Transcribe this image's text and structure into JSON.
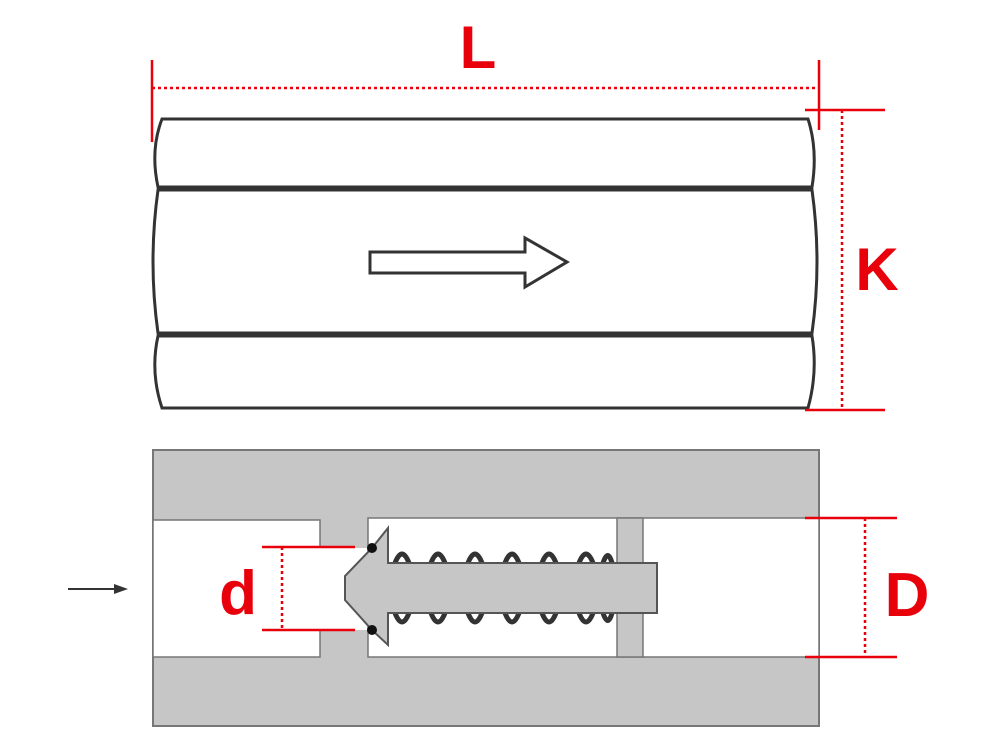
{
  "labels": {
    "length": "L",
    "hex_size": "K",
    "orifice_diameter": "d",
    "outer_diameter": "D"
  },
  "colors": {
    "dimension": "#e8000b",
    "body": "#c6c6c6",
    "outline": "#333333"
  },
  "icons": {
    "flow_direction_top": "arrow-right-icon",
    "flow_direction_inlet": "arrow-right-icon"
  }
}
